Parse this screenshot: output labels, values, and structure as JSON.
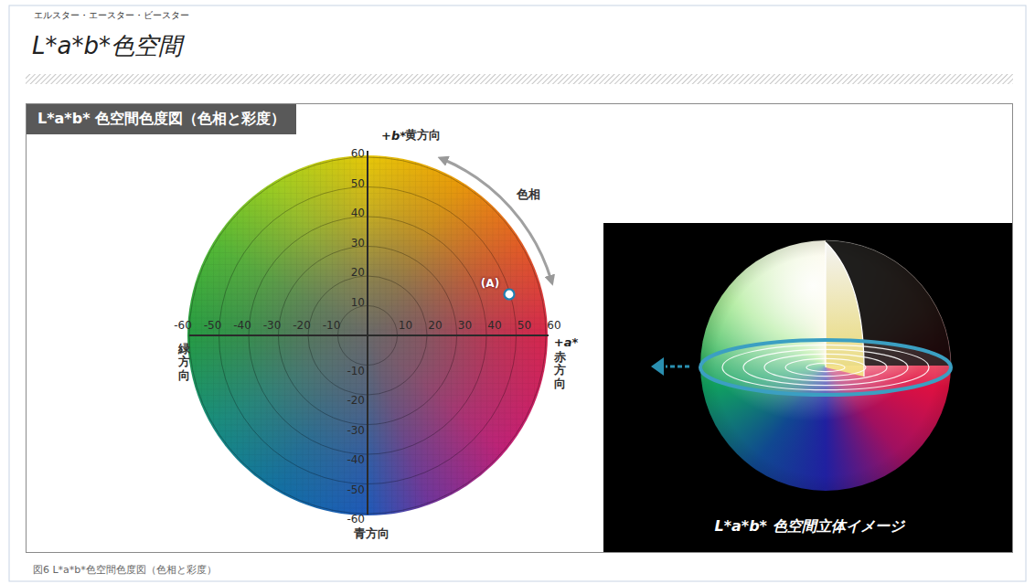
{
  "diagram": {
    "title": "L*a*b*色空間",
    "caption": "図6 L*a*b*色空間色度図（色相と彩度）",
    "nodes": [
      {
        "text": [
          "L*a*b* 色空間色度図（色相と彩度）"
        ]
      },
      {
        "text": [
          "L*a*b* 色空間立体イメージ"
        ],
        "in": 0
      }
    ],
    "labels": [
      "エルスター・エースター・ビースター",
      "+b*",
      "黄方向",
      "色相",
      "(A)",
      "60",
      "50",
      "40",
      "30",
      "20",
      "10",
      "-10",
      "-20",
      "-30",
      "-40",
      "-50",
      "-60",
      "-60",
      "-50",
      "-40",
      "-30",
      "-20",
      "-10",
      "10",
      "20",
      "30",
      "40",
      "50",
      "60",
      "+a*",
      "赤方向",
      "緑方向",
      "青方向"
    ]
  }
}
